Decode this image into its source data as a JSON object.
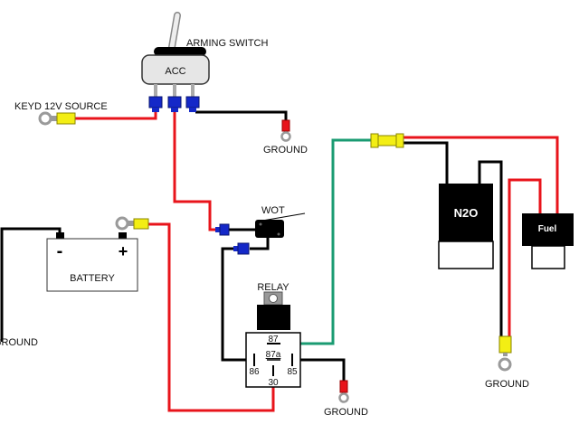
{
  "colors": {
    "power_wire": "#e8141b",
    "ground_wire": "#000000",
    "signal_wire": "#1a9b72",
    "connector_blue": "#1428c8",
    "butt_connector": "#f3ee14",
    "ring_terminal": "#9a9a9a",
    "ground_terminal_sleeve": "#e8141b",
    "switch_body": "#e6e6e6",
    "component_black": "#000000"
  },
  "components": {
    "arming_switch": {
      "label": "ARMING SWITCH",
      "body_label": "ACC",
      "icon": "toggle-switch-icon"
    },
    "keyed_source": {
      "label": "KEYD 12V SOURCE",
      "icon": "ring-terminal-icon"
    },
    "battery": {
      "label": "BATTERY",
      "negative": "-",
      "positive": "+",
      "icon": "battery-icon"
    },
    "wot_switch": {
      "label": "WOT",
      "icon": "microswitch-icon"
    },
    "relay": {
      "label": "RELAY",
      "pins": {
        "p87": "87",
        "p87a": "87a",
        "p86": "86",
        "p85": "85",
        "p30": "30"
      },
      "icon": "relay-icon"
    },
    "n2o_solenoid": {
      "label": "N2O",
      "icon": "solenoid-icon"
    },
    "fuel_solenoid": {
      "label": "Fuel",
      "icon": "solenoid-icon"
    }
  },
  "grounds": {
    "switch_ground": "GROUND",
    "battery_ground": "GROUND",
    "relay_ground": "GROUND",
    "solenoid_ground": "GROUND"
  }
}
